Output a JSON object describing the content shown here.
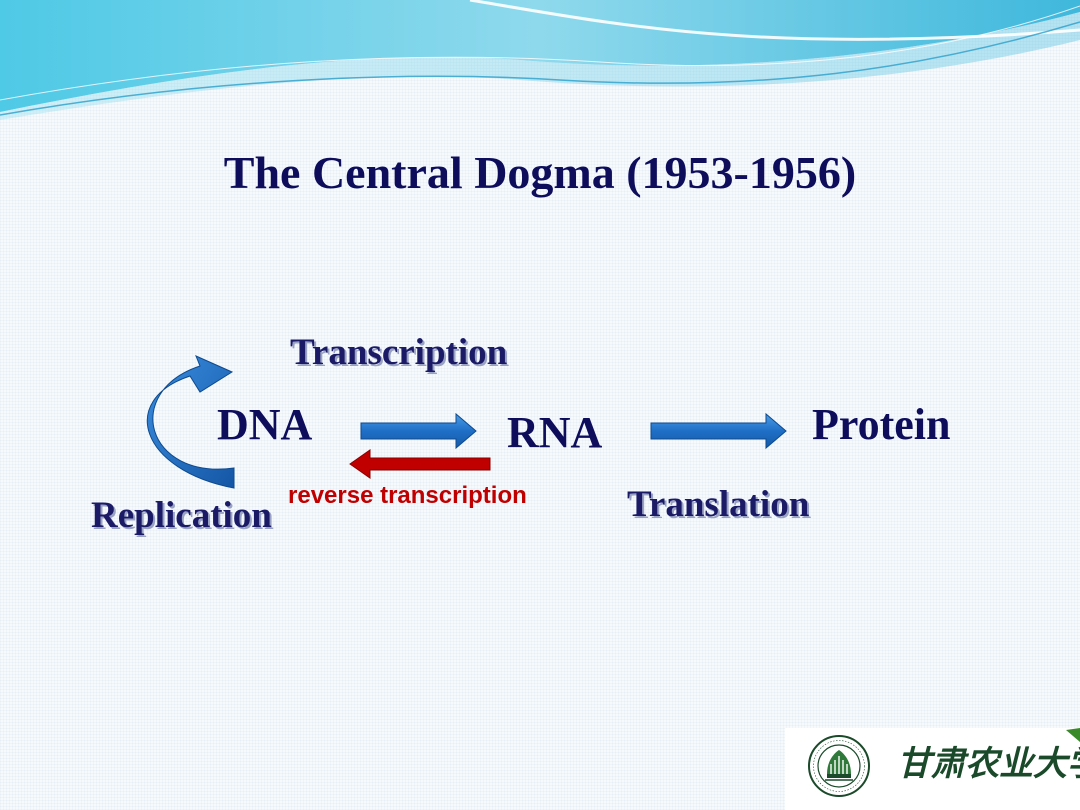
{
  "slide": {
    "title": "The Central Dogma (1953-1956)"
  },
  "diagram": {
    "nodes": {
      "dna": "DNA",
      "rna": "RNA",
      "protein": "Protein"
    },
    "processes": {
      "transcription": "Transcription",
      "reverse_transcription": "reverse transcription",
      "translation": "Translation",
      "replication": "Replication"
    },
    "colors": {
      "forward_arrow": "#1f6fc7",
      "reverse_arrow": "#c00000",
      "title_text": "#0d0d5c",
      "reverse_text": "#c00000"
    }
  },
  "logo": {
    "university_name": "甘肃农业大学",
    "seal_icon": "university-seal-icon"
  }
}
